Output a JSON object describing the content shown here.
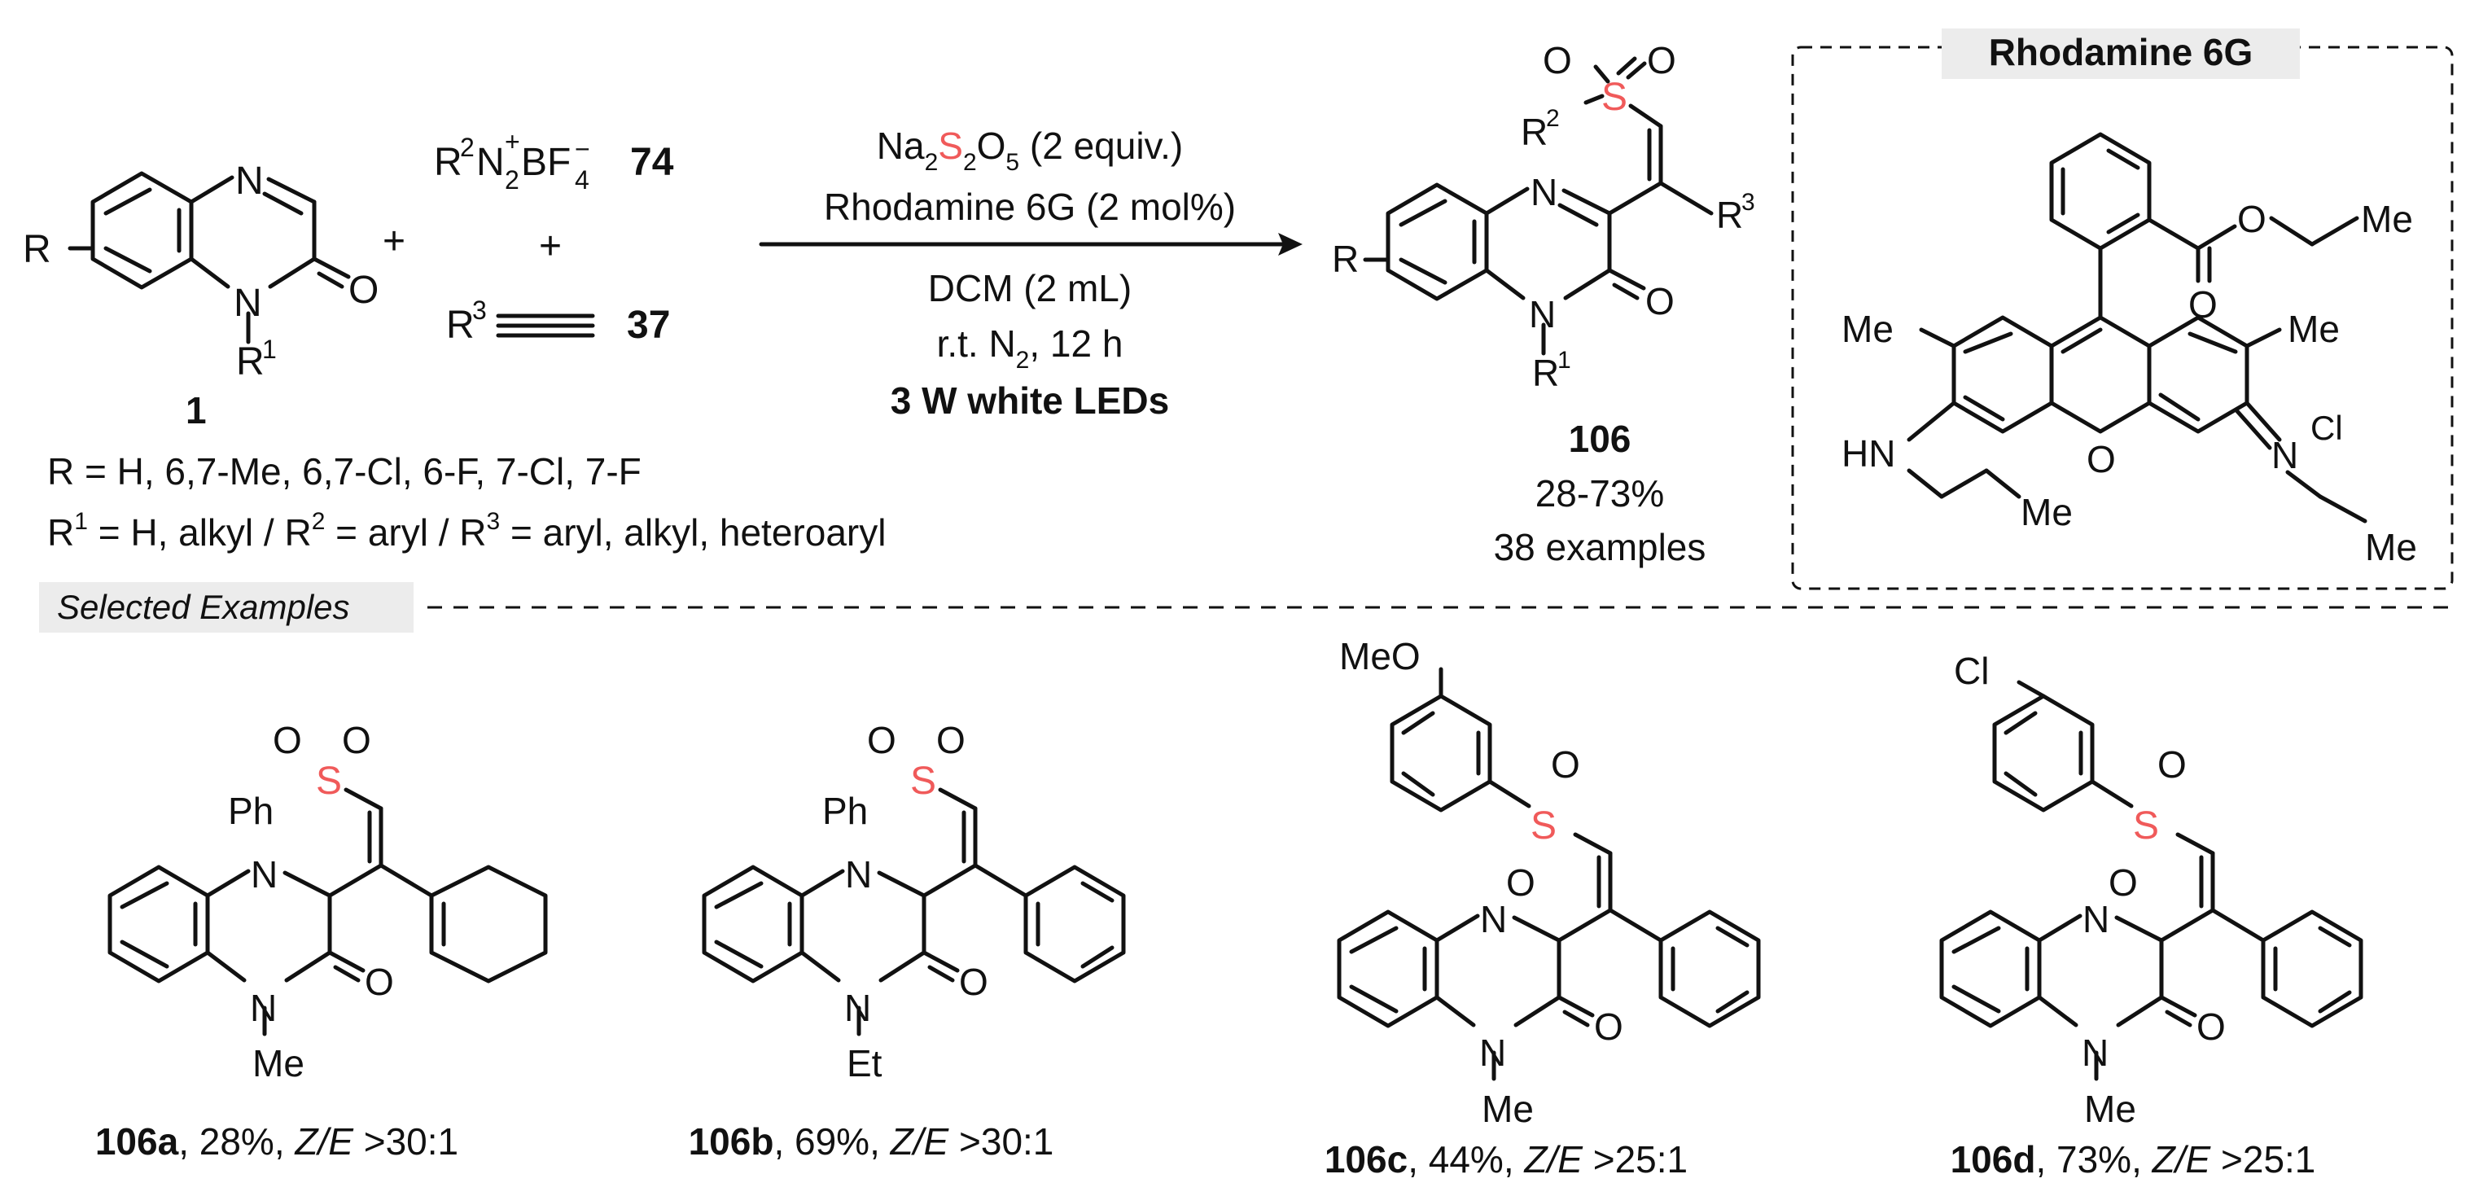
{
  "scheme": {
    "reactant1": {
      "label": "1",
      "atoms": {
        "r": "R",
        "n": "N",
        "o": "O",
        "n1": "N",
        "r1": "R",
        "r1sup": "1"
      }
    },
    "reactant2": {
      "formula_prefix": "R",
      "formula_sup": "2",
      "n2": "N",
      "n2_sub": "2",
      "n2_sup": "+",
      "bf": "BF",
      "bf_sub": "4",
      "bf_sup": "−",
      "label": "74"
    },
    "plus1": "+",
    "plus2": "+",
    "reactant3": {
      "r": "R",
      "r_sup": "3",
      "label": "37"
    },
    "conditions": {
      "line1_na": "Na",
      "line1_na_sub": "2",
      "line1_s": "S",
      "line1_s_sub": "2",
      "line1_o": "O",
      "line1_o_sub": "5",
      "line1_rest": " (2 equiv.)",
      "line2": "Rhodamine 6G (2 mol%)",
      "line3": "DCM (2 mL)",
      "line4_pre": "r.t. N",
      "line4_sub": "2",
      "line4_post": ", 12 h",
      "line5": "3 W white LEDs"
    },
    "product": {
      "label": "106",
      "yield": "28-73%",
      "examples": "38 examples",
      "atoms": {
        "o1": "O",
        "o2": "O",
        "s": "S",
        "r2": "R",
        "r2sup": "2",
        "r3": "R",
        "r3sup": "3",
        "r": "R",
        "n": "N",
        "o": "O",
        "n1": "N",
        "r1": "R",
        "r1sup": "1"
      }
    },
    "scope_r": "R = H, 6,7-Me, 6,7-Cl, 6-F, 7-Cl, 7-F",
    "scope_r1": {
      "p1": "R",
      "s1": "1",
      "p2": " = H, alkyl / R",
      "s2": "2",
      "p3": " = aryl / R",
      "s3": "3",
      "p4": " = aryl, alkyl, heteroaryl"
    }
  },
  "rhodamine_box": {
    "title": "Rhodamine 6G",
    "atoms": {
      "o_ester1": "O",
      "o_ester2": "O",
      "me_ester": "Me",
      "me_left": "Me",
      "me_right": "Me",
      "hn": "HN",
      "o_ring": "O",
      "n_imine": "N",
      "cl": "Cl",
      "me_nprop": "Me",
      "me_neth": "Me"
    }
  },
  "selected": {
    "title": "Selected Examples",
    "items": [
      {
        "id": "106a",
        "yield": ", 28%, ",
        "ze": "Z/E",
        "ratio": " >30:1",
        "sulfonyl": "Ph",
        "n_sub": "Me"
      },
      {
        "id": "106b",
        "yield": ", 69%, ",
        "ze": "Z/E",
        "ratio": " >30:1",
        "sulfonyl": "Ph",
        "n_sub": "Et"
      },
      {
        "id": "106c",
        "yield": ", 44%, ",
        "ze": "Z/E",
        "ratio": " >25:1",
        "sulfonyl": "MeO",
        "n_sub": "Me"
      },
      {
        "id": "106d",
        "yield": ", 73%, ",
        "ze": "Z/E",
        "ratio": " >25:1",
        "sulfonyl": "Cl",
        "n_sub": "Me"
      }
    ]
  },
  "colors": {
    "sulfur": "#f05a5a",
    "ink": "#111111",
    "label_bg": "#ececec"
  }
}
